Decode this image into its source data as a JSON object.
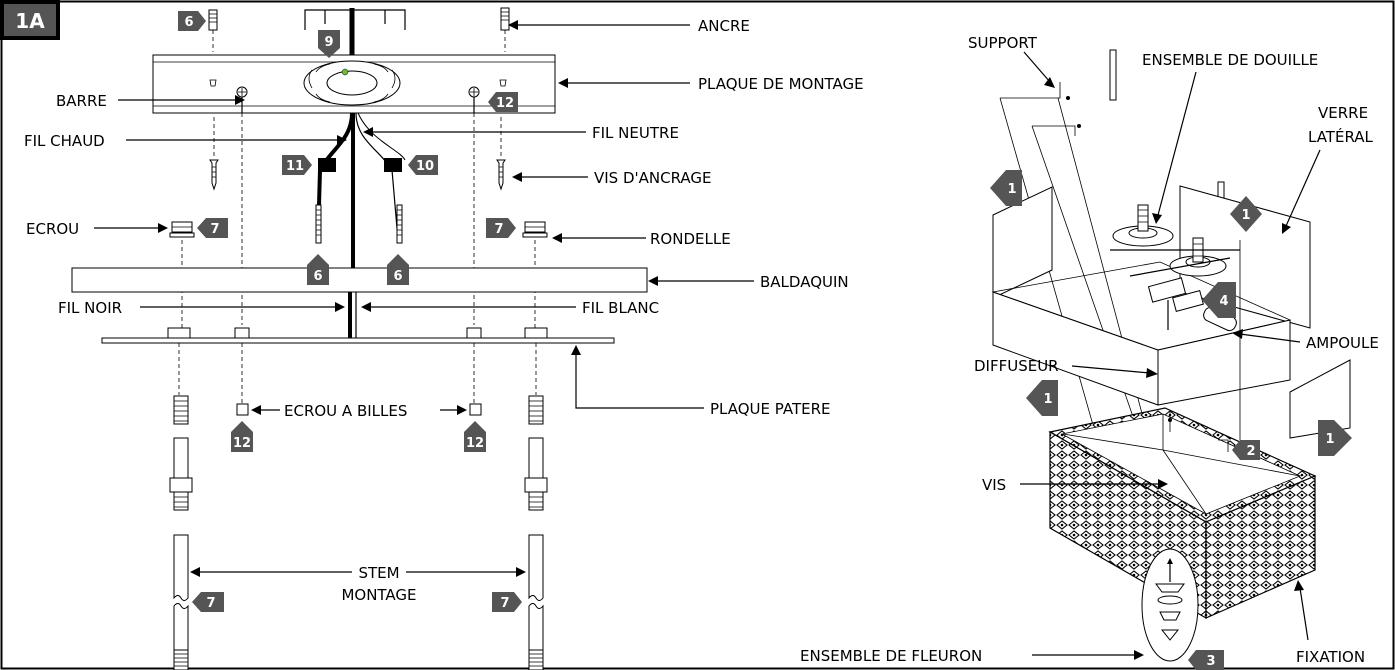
{
  "figure_id": "1A",
  "labels": {
    "ancre": "ANCRE",
    "plaque_montage": "PLAQUE DE MONTAGE",
    "barre": "BARRE",
    "fil_chaud": "FIL CHAUD",
    "fil_neutre": "FIL NEUTRE",
    "vis_ancrage": "VIS D'ANCRAGE",
    "ecrou": "ECROU",
    "rondelle": "RONDELLE",
    "baldaquin": "BALDAQUIN",
    "fil_noir": "FIL NOIR",
    "fil_blanc": "FIL BLANC",
    "ecrou_billes": "ECROU A BILLES",
    "plaque_patere": "PLAQUE PATERE",
    "stem_montage_1": "STEM",
    "stem_montage_2": "MONTAGE",
    "support": "SUPPORT",
    "ensemble_douille": "ENSEMBLE DE DOUILLE",
    "verre_lateral_1": "VERRE",
    "verre_lateral_2": "LATÉRAL",
    "ampoule": "AMPOULE",
    "diffuseur": "DIFFUSEUR",
    "vis": "VIS",
    "ensemble_fleuron": "ENSEMBLE DE FLEURON",
    "fixation": "FIXATION"
  },
  "step_tags": {
    "anchor_left": "6",
    "center_top": "9",
    "barre_right": "12",
    "wire_left": "11",
    "wire_right": "10",
    "nut_left": "7",
    "nut_right": "7",
    "screw_left": "6",
    "screw_right": "6",
    "ball_left": "12",
    "ball_right": "12",
    "stem_left": "7",
    "stem_right": "7",
    "glass_left": "1",
    "glass_top_right": "1",
    "glass_front": "1",
    "glass_right": "1",
    "lamp": "4",
    "bracket": "2",
    "finial": "3"
  }
}
